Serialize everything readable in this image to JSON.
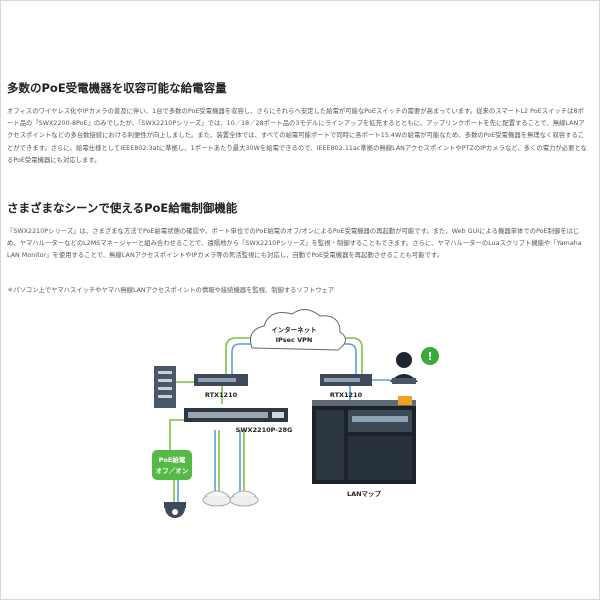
{
  "section1": {
    "heading": "多数のPoE受電機器を収容可能な給電容量",
    "body": "オフィスのワイヤレス化やIPカメラの普及に伴い、1台で多数のPoE受電機器を収容し、さらにそれらへ安定した給電が可能なPoEスイッチの需要が高まっています。従来のスマートL2 PoEスイッチは8ポート品の『SWX2200-8PoE』のみでしたが、『SWX2210Pシリーズ』では、10／18／28ポート品の3モデルにラインアップを拡充するとともに、アップリンクポートを先に配置することで、無線LANアクセスポイントなどの多台数接続における利便性が向上しました。また、装置全体では、すべての給電可能ポートで同時に各ポート15.4Wの給電が可能なため、多数のPoE受電機器を無理なく収容することができます。さらに、給電仕様としてIEEE802.3atに準拠し、1ポートあたり最大30Wを給電できるので、IEEE802.11ac準拠の無線LANアクセスポイントやPTZのIPカメラなど、多くの電力が必要となるPoE受電機器にも対応します。"
  },
  "section2": {
    "heading": "さまざまなシーンで使えるPoE給電制御機能",
    "body": "『SWX2210Pシリーズ』は、さまざまな方法でPoE給電状態の確認や、ポート単位でのPoE給電のオフ/オンによるPoE受電機器の再起動が可能です。また、Web GUIによる機器単体でのPoE制御をはじめ、ヤマハルーターなどのL2MSマネージャーと組み合わせることで、遠隔地から『SWX2210Pシリーズ』を監視・制御することもできます。さらに、ヤマハルーターのLuaスクリプト機能や「Yamaha LAN Monitor」を使用することで、無線LANアクセスポイントやIPカメラ等の死活監視にも対応し、自動でPoE受電機器を再起動させることも可能です。",
    "note": "＊パソコン上でヤマハスイッチやヤマハ無線LANアクセスポイントの情報や接続機器を監視、制御するソフトウェア"
  },
  "diagram": {
    "cloud_line1": "インターネット",
    "cloud_line2": "IPsec VPN",
    "router_left": "RTX1210",
    "router_right": "RTX1210",
    "switch": "SWX2210P-28G",
    "poe_line1": "PoE給電",
    "poe_line2": "オフ／オン",
    "lanmap": "LANマップ",
    "alert_mark": "!",
    "colors": {
      "wire_green": "#7cc242",
      "wire_blue": "#5aa0d8",
      "poe_badge": "#56b947",
      "alert": "#3aaa3a"
    }
  }
}
